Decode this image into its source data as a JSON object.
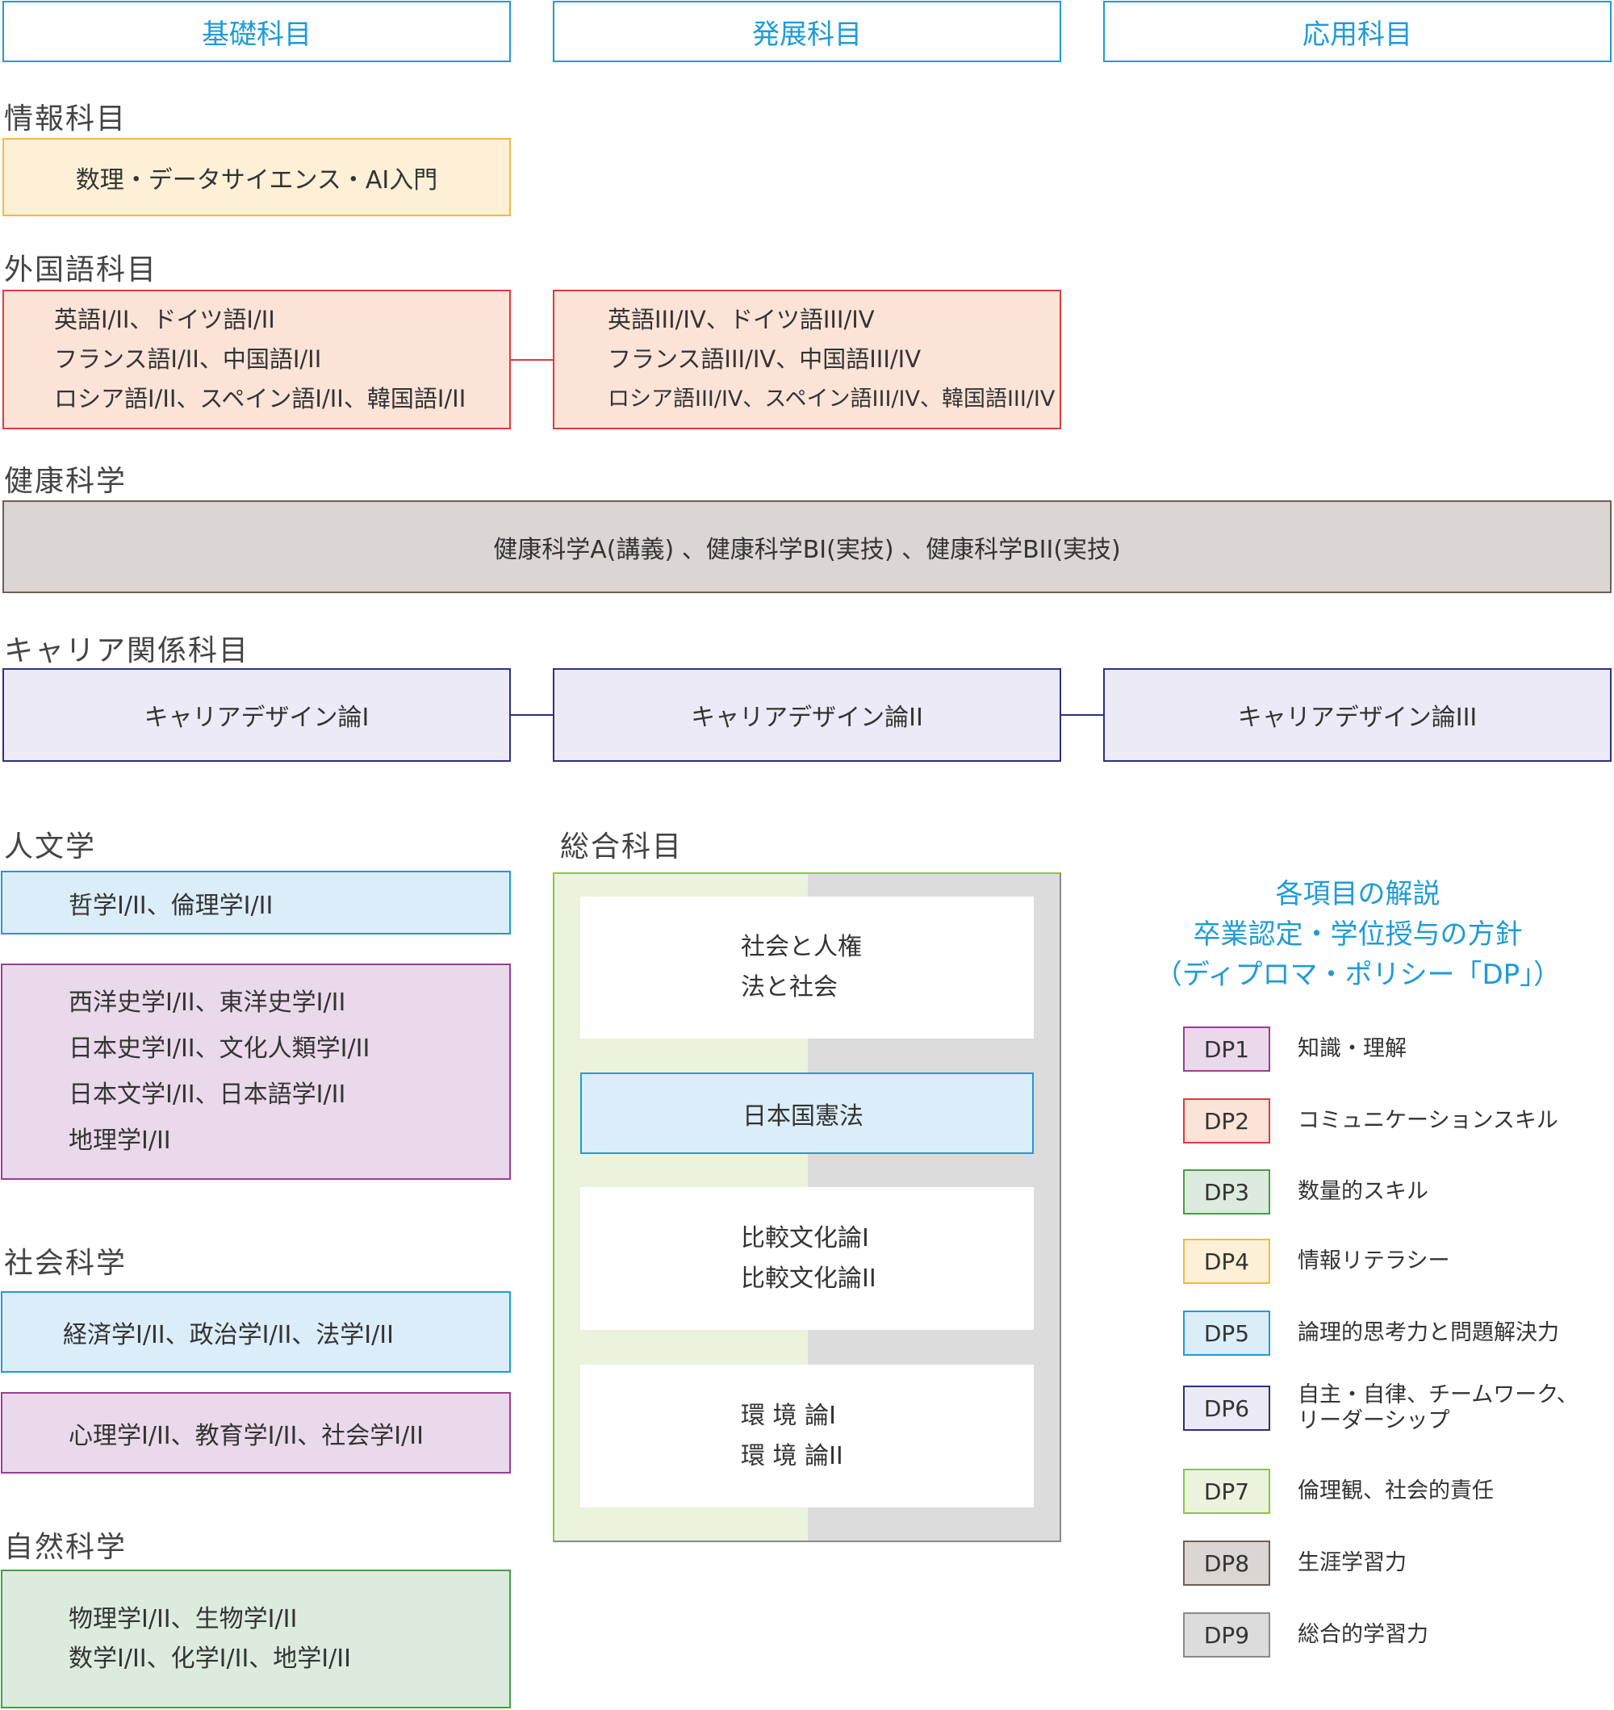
{
  "headers": {
    "basic": "基礎科目",
    "developing": "発展科目",
    "applied": "応用科目"
  },
  "info": {
    "title": "情報科目",
    "course": "数理・データサイエンス・AI入門"
  },
  "foreign": {
    "title": "外国語科目",
    "basic": [
      "英語I/II、ドイツ語I/II",
      "フランス語I/II、中国語I/II",
      "ロシア語I/II、スペイン語I/II、韓国語I/II"
    ],
    "developing": [
      "英語III/IV、ドイツ語III/IV",
      "フランス語III/IV、中国語III/IV",
      "ロシア語III/IV、スペイン語III/IV、韓国語III/IV"
    ]
  },
  "health": {
    "title": "健康科学",
    "course": "健康科学A(講義) 、健康科学BI(実技) 、健康科学BII(実技)"
  },
  "career": {
    "title": "キャリア関係科目",
    "courses": [
      "キャリアデザイン論I",
      "キャリアデザイン論II",
      "キャリアデザイン論III"
    ]
  },
  "humanities": {
    "title": "人文学",
    "box1": "哲学I/II、倫理学I/II",
    "box2": [
      "西洋史学I/II、東洋史学I/II",
      "日本史学I/II、文化人類学I/II",
      "日本文学I/II、日本語学I/II",
      "地理学I/II"
    ]
  },
  "social": {
    "title": "社会科学",
    "box1": "経済学I/II、政治学I/II、法学I/II",
    "box2": "心理学I/II、教育学I/II、社会学I/II"
  },
  "natural": {
    "title": "自然科学",
    "lines": [
      "物理学I/II、生物学I/II",
      "数学I/II、化学I/II、地学I/II"
    ]
  },
  "general": {
    "title": "総合科目",
    "box1": [
      "社会と人権",
      "法と社会"
    ],
    "box2": "日本国憲法",
    "box3": [
      "比較文化論I",
      "比較文化論II"
    ],
    "box4": [
      "環 境 論I",
      "環 境 論II"
    ]
  },
  "legend": {
    "title_lines": [
      "各項目の解説",
      "卒業認定・学位授与の方針",
      "（ディプロマ・ポリシー「DP」）"
    ],
    "items": [
      {
        "code": "DP1",
        "desc": [
          "知識・理解"
        ],
        "color": "#ead9ea",
        "border": "#9a3d94"
      },
      {
        "code": "DP2",
        "desc": [
          "コミュニケーションスキル"
        ],
        "color": "#fbe3d8",
        "border": "#e0393e"
      },
      {
        "code": "DP3",
        "desc": [
          "数量的スキル"
        ],
        "color": "#dcebdd",
        "border": "#43a047"
      },
      {
        "code": "DP4",
        "desc": [
          "情報リテラシー"
        ],
        "color": "#fdf0d6",
        "border": "#f6b93b"
      },
      {
        "code": "DP5",
        "desc": [
          "論理的思考力と問題解決力"
        ],
        "color": "#dbedf9",
        "border": "#1e9bd7"
      },
      {
        "code": "DP6",
        "desc": [
          "自主・自律、チームワーク、",
          "リーダーシップ"
        ],
        "color": "#eceaf6",
        "border": "#2e2f82"
      },
      {
        "code": "DP7",
        "desc": [
          "倫理観、社会的責任"
        ],
        "color": "#ecf3dd",
        "border": "#8cc63f"
      },
      {
        "code": "DP8",
        "desc": [
          "生涯学習力"
        ],
        "color": "#dcd6d2",
        "border": "#6d5e55"
      },
      {
        "code": "DP9",
        "desc": [
          "総合的学習力"
        ],
        "color": "#dcdcdc",
        "border": "#8a8a8a"
      }
    ]
  }
}
